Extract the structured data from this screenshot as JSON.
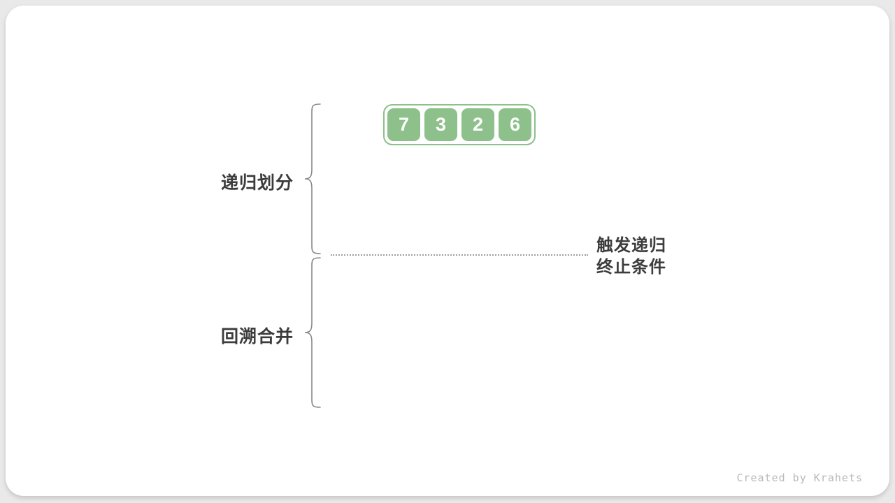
{
  "diagram": {
    "title_context": "merge sort recursion diagram",
    "labels": {
      "recursive_partition": "递归划分",
      "backtrack_merge": "回溯合并",
      "terminate_line1": "触发递归",
      "terminate_line2": "终止条件"
    },
    "array": {
      "values": [
        "7",
        "3",
        "2",
        "6"
      ],
      "cell_color": "#8dc08a",
      "border_color": "#8dc08a",
      "number_color": "#ffffff"
    },
    "colors": {
      "page_background": "#e9e9e9",
      "card_background": "#ffffff",
      "text": "#3c3c3c",
      "brace": "#8a8a8a",
      "dotted_line": "#9e9e9e",
      "credit_text": "#b9b9b9"
    },
    "credit": "Created by Krahets"
  }
}
